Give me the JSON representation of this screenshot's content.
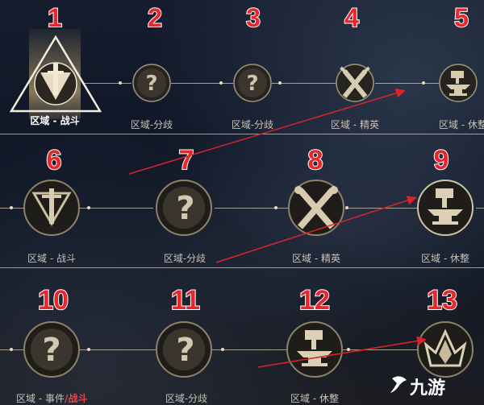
{
  "rows": [
    {
      "nodes": [
        {
          "num": "1",
          "type": "battle-highlighted",
          "icon": "sword-triangle-icon",
          "label": "区域 - 战斗"
        },
        {
          "num": "2",
          "type": "branch",
          "icon": "question-icon",
          "label": "区域-分歧"
        },
        {
          "num": "3",
          "type": "branch",
          "icon": "question-icon",
          "label": "区域-分歧"
        },
        {
          "num": "4",
          "type": "elite",
          "icon": "crossed-swords-icon",
          "label": "区域 - 精英"
        },
        {
          "num": "5",
          "type": "rest",
          "icon": "anvil-icon",
          "label": "区域 - 休整"
        }
      ]
    },
    {
      "nodes": [
        {
          "num": "6",
          "type": "battle",
          "icon": "sword-triangle-icon",
          "label": "区域 - 战斗"
        },
        {
          "num": "7",
          "type": "branch",
          "icon": "question-icon",
          "label": "区域-分歧"
        },
        {
          "num": "8",
          "type": "elite",
          "icon": "crossed-swords-icon",
          "label": "区域 - 精英"
        },
        {
          "num": "9",
          "type": "rest",
          "icon": "anvil-icon",
          "label": "区域 - 休整"
        }
      ]
    },
    {
      "nodes": [
        {
          "num": "10",
          "type": "event",
          "icon": "question-icon",
          "label": "区域 - 事件",
          "label_extra": "/战斗"
        },
        {
          "num": "11",
          "type": "branch",
          "icon": "question-icon",
          "label": "区域-分歧"
        },
        {
          "num": "12",
          "type": "rest",
          "icon": "anvil-icon",
          "label": "区域 - 休整"
        },
        {
          "num": "13",
          "type": "boss",
          "icon": "boss-crown-icon",
          "label": ""
        }
      ]
    }
  ],
  "watermark": {
    "text": "九游",
    "icon": "jiuyou-logo-icon"
  },
  "colors": {
    "number": "#e8262b",
    "arrow": "#d8242a",
    "gold": "#d8c9a8"
  }
}
